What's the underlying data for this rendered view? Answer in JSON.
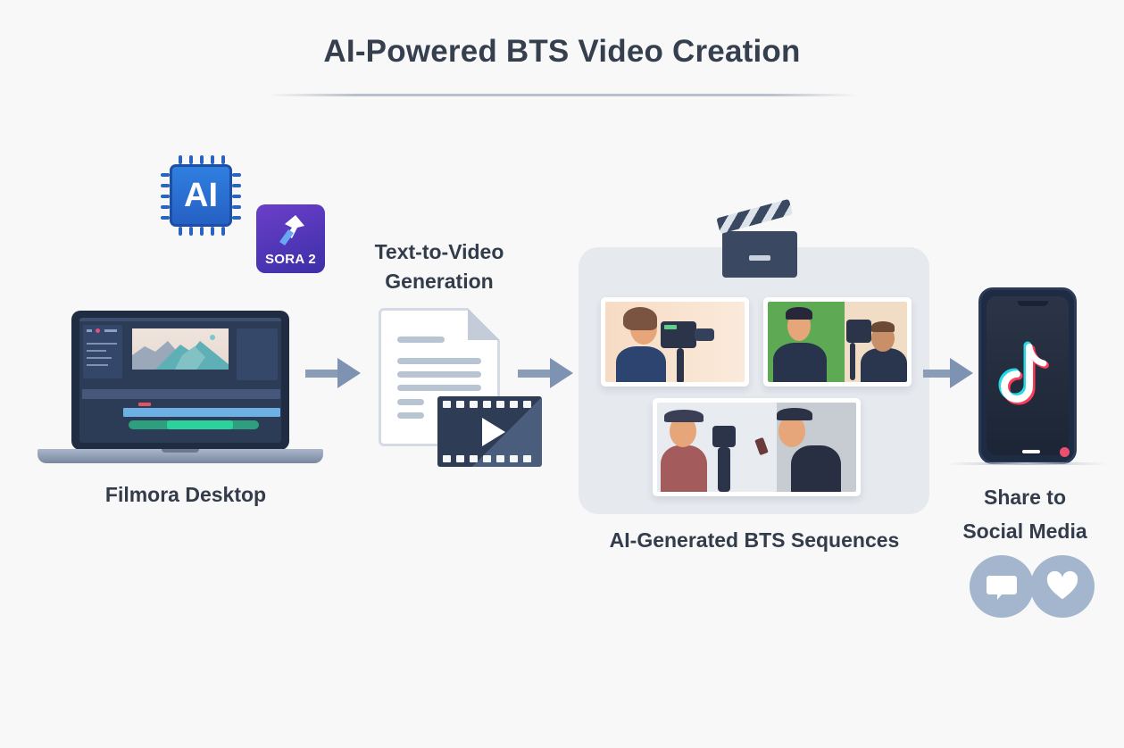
{
  "title": "AI-Powered BTS Video Creation",
  "badges": {
    "ai_chip": {
      "text": "AI",
      "icon": "ai-chip-icon",
      "color": "#2a6ad0"
    },
    "sora": {
      "text": "SORA 2",
      "icon": "sora-logo-icon",
      "color": "#4f33b8"
    }
  },
  "steps": [
    {
      "id": "filmora",
      "label": "Filmora Desktop",
      "icon": "laptop-video-editor-icon"
    },
    {
      "id": "t2v",
      "label_line1": "Text-to-Video",
      "label_line2": "Generation",
      "icon": "document-film-icon"
    },
    {
      "id": "bts",
      "label": "AI-Generated BTS Sequences",
      "icon": "clapperboard-icon",
      "scenes": [
        {
          "name": "camera-operator-woman",
          "bg": "#f7e0c8"
        },
        {
          "name": "green-screen-crew",
          "bg": "#5aa358"
        },
        {
          "name": "director-discussion",
          "bg": "#e5e8ec"
        }
      ]
    },
    {
      "id": "social",
      "label_line1": "Share to",
      "label_line2": "Social Media",
      "icon": "tiktok-phone-icon"
    }
  ],
  "social_icons": [
    "comment-icon",
    "heart-icon"
  ],
  "colors": {
    "background": "#f8f8f8",
    "text": "#323c4b",
    "arrow": "#8a9cb6",
    "panel": "#e6e9ee",
    "social_circle": "#a3b6cd"
  }
}
